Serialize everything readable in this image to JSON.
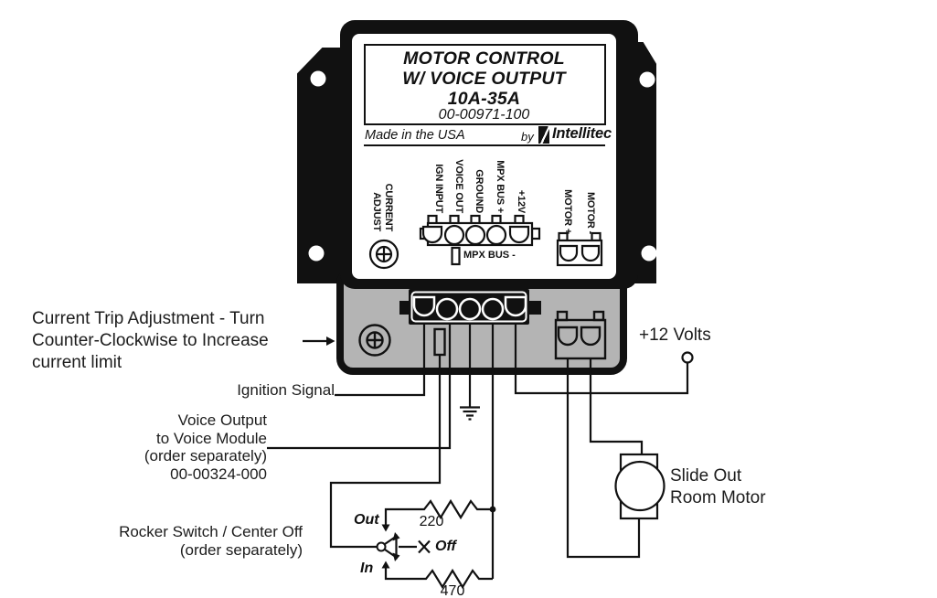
{
  "module": {
    "title_line1": "MOTOR CONTROL",
    "title_line2": "W/ VOICE OUTPUT",
    "title_line3": "10A-35A",
    "part_number": "00-00971-100",
    "made_in": "Made in the USA",
    "by_label": "by",
    "brand": "Intellitec",
    "current_adjust_line1": "CURRENT",
    "current_adjust_line2": "ADJUST",
    "pin_labels": [
      "IGN INPUT",
      "VOICE OUT",
      "GROUND",
      "MPX BUS +",
      "+12V"
    ],
    "mpx_bus_minus_label": "MPX BUS -",
    "motor_plus_label": "MOTOR +",
    "motor_minus_label": "MOTOR -"
  },
  "annotations": {
    "current_trip_line1": "Current Trip Adjustment - Turn",
    "current_trip_line2": "Counter-Clockwise to Increase",
    "current_trip_line3": "current limit",
    "ignition_signal": "Ignition Signal",
    "voice_line1": "Voice Output",
    "voice_line2": "to Voice Module",
    "voice_line3": "(order separately)",
    "voice_line4": "00-00324-000",
    "rocker_line1": "Rocker Switch / Center Off",
    "rocker_line2": "(order separately)",
    "plus12_volts": "+12 Volts",
    "motor_line1": "Slide Out",
    "motor_line2": "Room Motor"
  },
  "switch": {
    "out_label": "Out",
    "in_label": "In",
    "off_label": "Off"
  },
  "resistors": {
    "resistor_out_value": "220",
    "resistor_in_value": "470"
  },
  "colors": {
    "body_gray": "#b4b4b4",
    "ink": "#111111",
    "white": "#ffffff"
  }
}
